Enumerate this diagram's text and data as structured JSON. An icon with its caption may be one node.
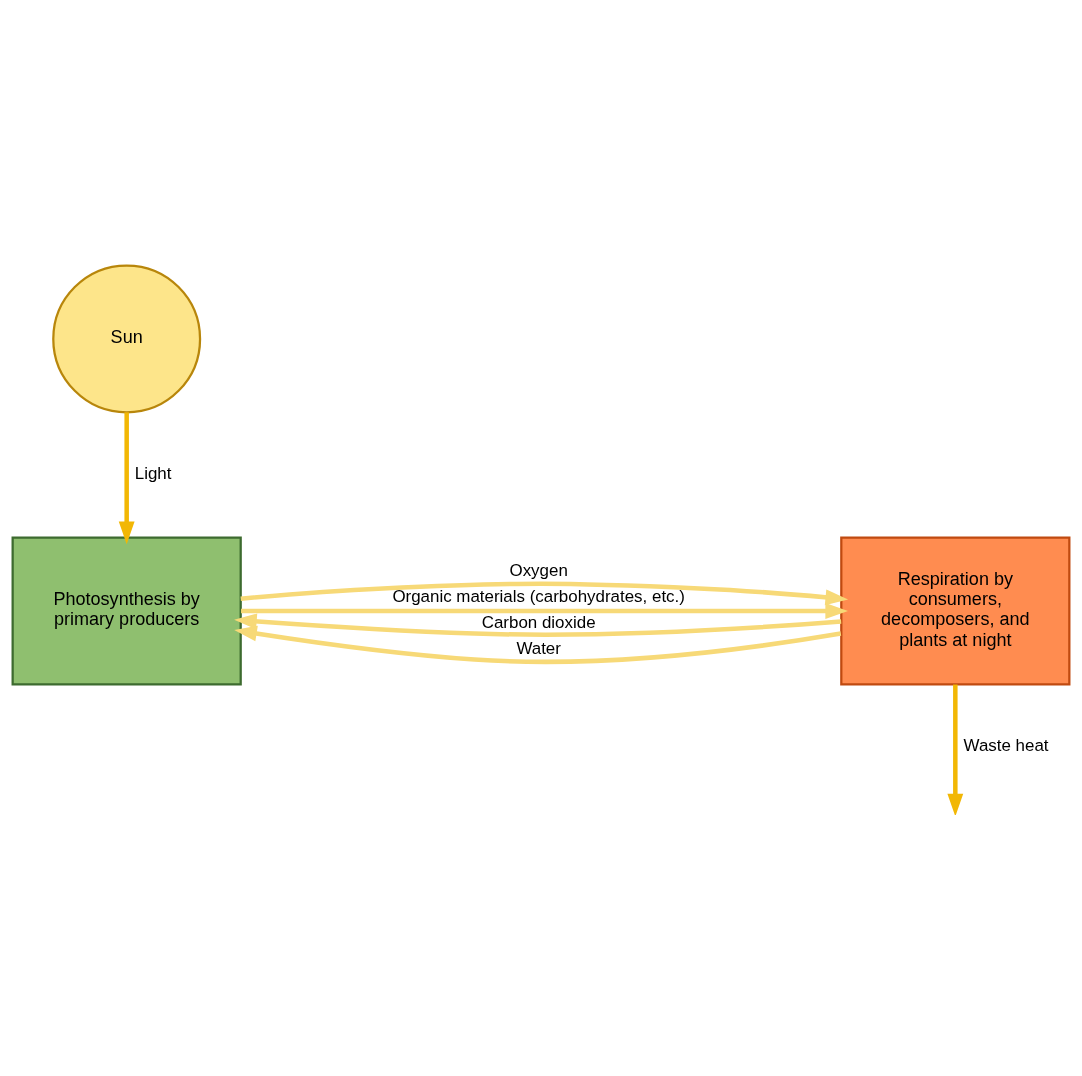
{
  "diagram": {
    "nodes": [
      {
        "text": [
          "Sun"
        ]
      },
      {
        "text": [
          "Photosynthesis by primary producers"
        ]
      },
      {
        "text": [
          "Respiration by consumers, decomposers, and plants at night"
        ]
      }
    ],
    "edges": [
      {
        "from": 0,
        "to": 1,
        "arrow": "to",
        "label": "Light",
        "color": "#f2b705"
      },
      {
        "from": 2,
        "to": 1,
        "arrow": "to",
        "label": "Water"
      },
      {
        "from": 2,
        "to": 1,
        "arrow": "to",
        "label": "Carbon dioxide"
      },
      {
        "from": 1,
        "to": 2,
        "arrow": "to",
        "label": "Oxygen"
      },
      {
        "from": 1,
        "to": 2,
        "arrow": "to",
        "label": "Organic materials (carbohydrates, etc.)"
      },
      {
        "from": 2,
        "to": null,
        "arrow": "to",
        "label": "Waste heat",
        "color": "#f2b705"
      }
    ]
  }
}
